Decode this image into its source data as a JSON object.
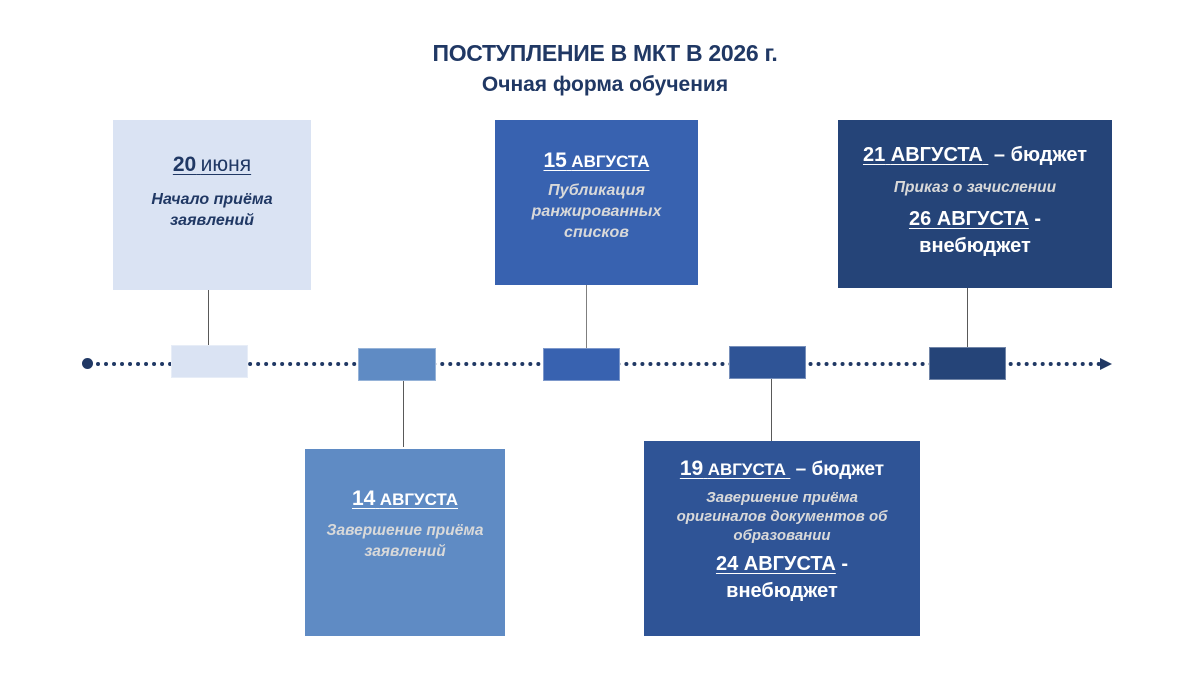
{
  "title": {
    "line1": "ПОСТУПЛЕНИЕ В МКТ В 2026 г.",
    "line2": "Очная форма обучения"
  },
  "colors": {
    "title": "#203864",
    "stage1": "#dae3f3",
    "stage2": "#5f8bc4",
    "stage3": "#3862b0",
    "stage4": "#2f5496",
    "stage5": "#254478",
    "timeline": "#203864"
  },
  "stages": [
    {
      "date_num": "20",
      "date_word": "июня",
      "description": "Начало приёма заявлений",
      "position": "above"
    },
    {
      "date_num": "14",
      "date_word": "АВГУСТА",
      "description": "Завершение приёма заявлений",
      "position": "below"
    },
    {
      "date_num": "15",
      "date_word": "АВГУСТА",
      "description": "Публикация ранжированных списков",
      "position": "above"
    },
    {
      "date_num": "19",
      "date_word": "АВГУСТА",
      "date_suffix": " – бюджет",
      "description": "Завершение приёма оригиналов документов об образовании",
      "date2": "24 АВГУСТА",
      "date2_suffix": " -",
      "date2_line2": "внебюджет",
      "position": "below"
    },
    {
      "date_num": "21",
      "date_word": "АВГУСТА",
      "date_suffix": " – бюджет",
      "description": "Приказ о зачислении",
      "date2": "26 АВГУСТА",
      "date2_suffix": " -",
      "date2_line2": "внебюджет",
      "position": "above"
    }
  ]
}
